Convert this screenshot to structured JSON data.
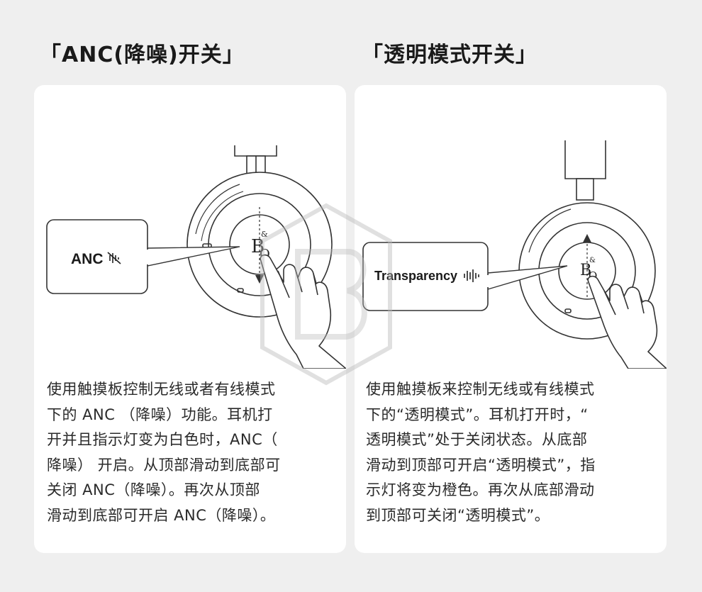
{
  "sections": [
    {
      "heading": "「ANC(降噪)开关」",
      "callout_label": "ANC",
      "callout_icon": "anc-muted-icon",
      "logo_text": "B&O",
      "gesture": "swipe-down",
      "description": "使用触摸板控制无线或者有线模式\n下的  ANC  （降噪）功能。耳机打\n开并且指示灯变为白色时，ANC（\n降噪） 开启。从顶部滑动到底部可\n关闭   ANC（降噪）。再次从顶部\n滑动到底部可开启 ANC（降噪）。"
    },
    {
      "heading": "「透明模式开关」",
      "callout_label": "Transparency",
      "callout_icon": "sound-wave-icon",
      "logo_text": "B&O",
      "gesture": "swipe-up",
      "description": "使用触摸板来控制无线或有线模式\n下的“透明模式”。耳机打开时，“\n透明模式”处于关闭状态。从底部\n滑动到顶部可开启“透明模式”，指\n示灯将变为橙色。再次从底部滑动\n到顶部可关闭“透明模式”。"
    }
  ],
  "colors": {
    "background": "#efefef",
    "card": "#ffffff",
    "ink": "#222222",
    "line": "#333333"
  }
}
